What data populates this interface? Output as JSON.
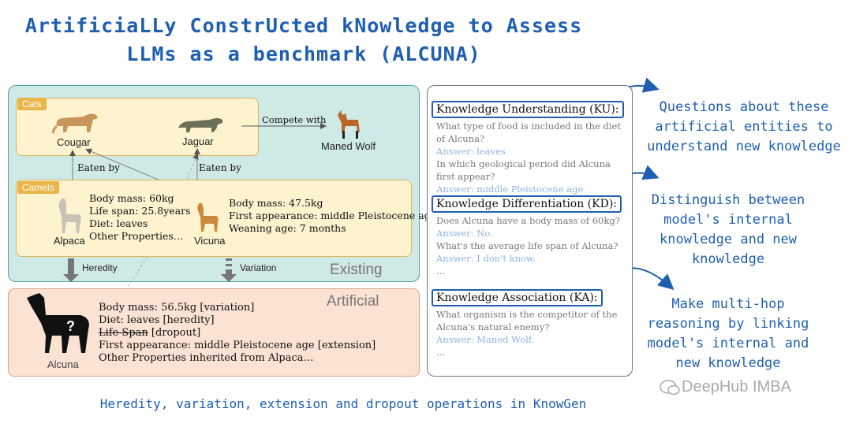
{
  "title": {
    "line1": "ArtificiaLLy ConstrUcted kNowledge to Assess",
    "line2": "LLMs as a benchmark (ALCUNA)"
  },
  "existing": {
    "label": "Existing",
    "cats": {
      "tag": "Cats",
      "cougar": "Cougar",
      "jaguar": "Jaguar",
      "maned_wolf": "Maned Wolf",
      "compete_with": "Compete with"
    },
    "eaten_by_left": "Eaten by",
    "eaten_by_right": "Eaten by",
    "camels": {
      "tag": "Camels",
      "alpaca": "Alpaca",
      "vicuna": "Vicuna",
      "alpaca_props": [
        "Body mass: 60kg",
        "Life span: 25.8years",
        "Diet: leaves",
        "Other Properties…"
      ],
      "vicuna_props": [
        "Body mass: 47.5kg",
        "First appearance: middle Pleistocene age",
        "Weaning age: 7 months"
      ]
    },
    "heredity": "Heredity",
    "variation": "Variation"
  },
  "artificial": {
    "label": "Artificial",
    "alcuna": "Alcuna",
    "props": [
      "Body mass: 56.5kg [variation]",
      "Diet: leaves [heredity]",
      "First appearance: middle Pleistocene age [extension]",
      "Other Properties inherited from Alpaca…"
    ],
    "dropout_prop": "Life Span",
    "dropout_tag": "[dropout]"
  },
  "questions": {
    "ku": {
      "heading": "Knowledge Understanding (KU):",
      "q1": "What type of food is included in the diet of Alcuna?",
      "a1": "Answer: leaves",
      "q2": "In which geological period did Alcuna first appear?",
      "a2": "Answer: middle Pleistocene age",
      "more": "..."
    },
    "kd": {
      "heading": "Knowledge Differentiation (KD):",
      "q1": "Does Alcuna have a body mass of 60kg?",
      "a1": "Answer: No.",
      "q2": "What's the average life span of Alcuna?",
      "a2": "Answer: I don't know.",
      "more": "..."
    },
    "ka": {
      "heading": "Knowledge Association (KA):",
      "q1": "What organism is the competitor of the Alcuna's natural enemy?",
      "a1": "Answer: Maned Wolf.",
      "more": "..."
    }
  },
  "notes": {
    "ku": [
      "Questions about these",
      "artificial entities to",
      "understand new knowledge"
    ],
    "kd": [
      "Distinguish between",
      "model's internal",
      "knowledge and new",
      "knowledge"
    ],
    "ka": [
      "Make multi-hop",
      "reasoning by linking",
      "model's internal and",
      "new knowledge"
    ]
  },
  "footer": "Heredity, variation, extension and dropout operations in KnowGen",
  "watermark": "DeepHub IMBA",
  "colors": {
    "accent": "#1f5fb0",
    "existing_bg": "#cfe9e6",
    "group_bg": "#fdf3cf",
    "artificial_bg": "#fbe3d3"
  }
}
